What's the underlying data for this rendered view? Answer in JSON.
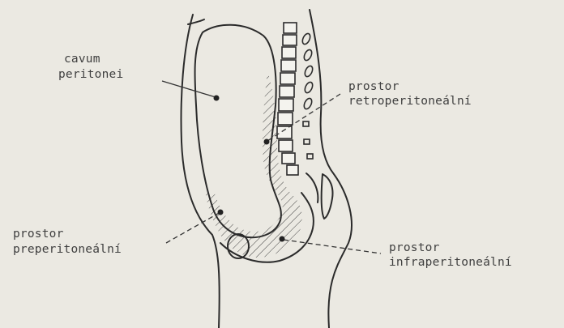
{
  "labels": {
    "cavum_line1": "cavum",
    "cavum_line2": "peritonei",
    "retro_line1": "prostor",
    "retro_line2": "retroperitoneální",
    "pre_line1": "prostor",
    "pre_line2": "preperitoneální",
    "infra_line1": "prostor",
    "infra_line2": "infraperitoneální"
  }
}
